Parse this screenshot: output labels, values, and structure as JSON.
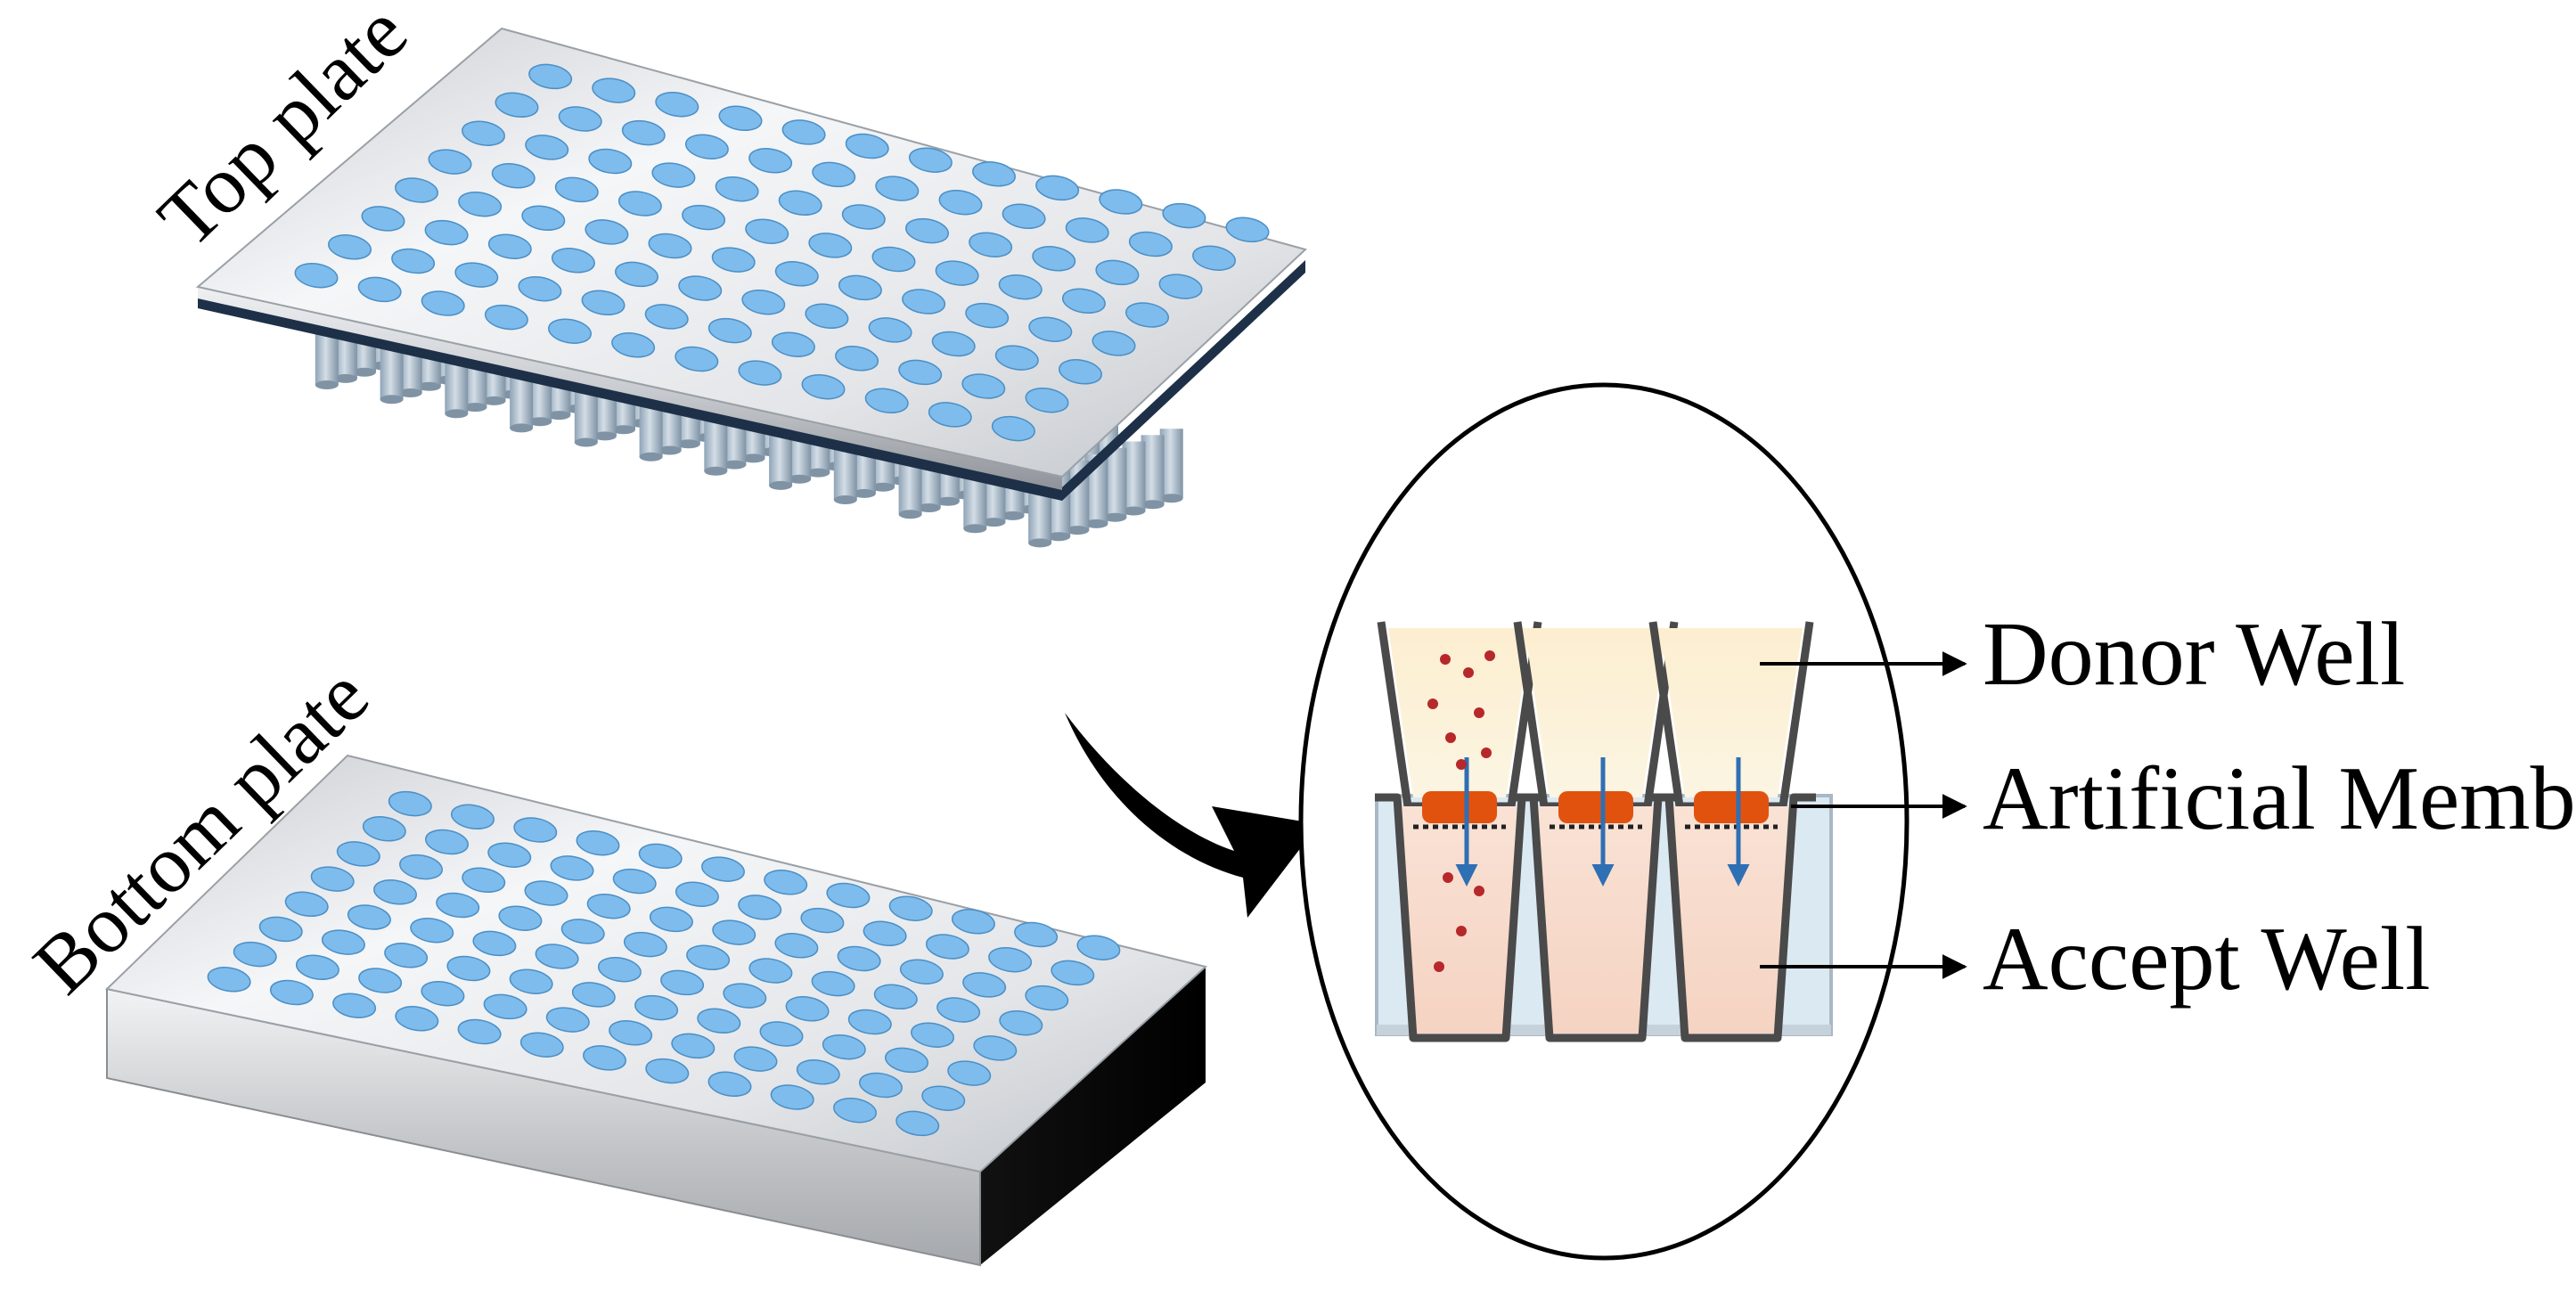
{
  "labels": {
    "top_plate": "Top plate",
    "bottom_plate": "Bottom plate",
    "donor_well": "Donor Well",
    "artificial_membrane": "Artificial Membrane",
    "accept_well": "Accept Well"
  },
  "plate": {
    "rows": 8,
    "columns": 12
  },
  "colors": {
    "well": "#7dbcec",
    "well_edge": "#4b8fc6",
    "plate_surface": "#e9eaec",
    "plate_edge_dark": "#1f3550",
    "pillar": "#a7b9c8",
    "donor_fluid": "#fdf1cf",
    "acceptor_fluid": "#f8dccd",
    "reservoir": "#d7e7f2",
    "membrane": "#e2520f",
    "particle": "#b7282a",
    "flow_arrow": "#2f6fb4",
    "outline": "#000000"
  }
}
